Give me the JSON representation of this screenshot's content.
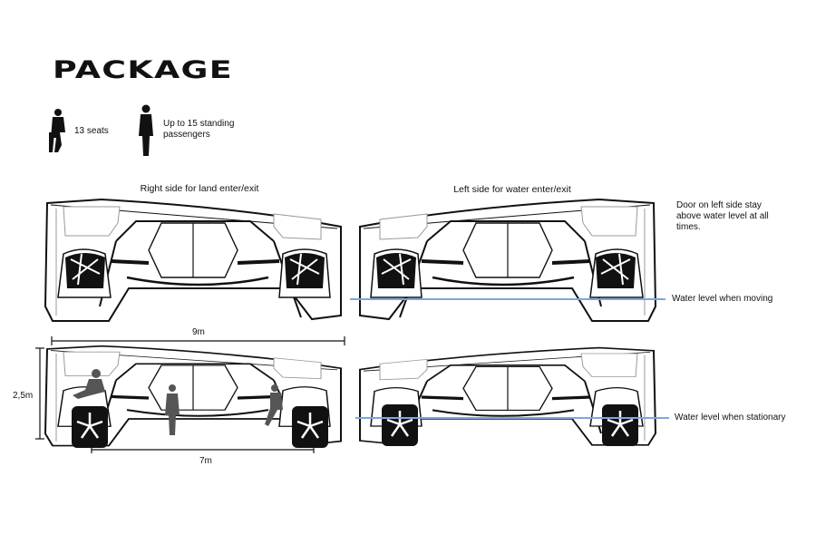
{
  "title": "PACKAGE",
  "legend": {
    "seats": "13 seats",
    "standing_line1": "Up to 15 standing",
    "standing_line2": "passengers"
  },
  "captions": {
    "right_side": "Right side for land enter/exit",
    "left_side": "Left side for water enter/exit"
  },
  "notes": {
    "door_line1": "Door on  left side stay",
    "door_line2": "above water level at all",
    "door_line3": "times.",
    "water_moving": "Water level when moving",
    "water_stationary": "Water level when stationary"
  },
  "dimensions": {
    "length": "9m",
    "height": "2,5m",
    "wheelbase": "7m"
  },
  "colors": {
    "water_line": "#7fa6dd",
    "ink": "#111111"
  },
  "icons": [
    "seated-person-icon",
    "standing-person-icon"
  ]
}
